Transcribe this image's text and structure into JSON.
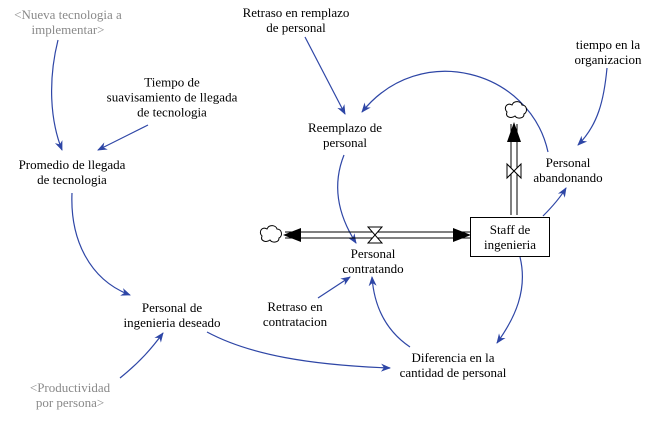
{
  "diagram": {
    "type": "stock-and-flow",
    "colors": {
      "link": "#2e46a6",
      "flow": "#000000",
      "shadow_text": "#8a8a8a",
      "text": "#000000"
    },
    "variables": {
      "nueva_tecnologia": "<Nueva tecnologia a\nimplementar>",
      "tiempo_suavisamiento": "Tiempo de\nsuavisamiento de llegada\nde tecnologia",
      "promedio_llegada": "Promedio de llegada\nde tecnologia",
      "retraso_remplazo": "Retraso en remplazo\nde personal",
      "reemplazo_personal": "Reemplazo de\npersonal",
      "tiempo_organizacion": "tiempo en la\norganizacion",
      "personal_abandonando": "Personal\nabandonando",
      "staff_ingenieria": "Staff de\ningenieria",
      "personal_contratando": "Personal\ncontratando",
      "retraso_contratacion": "Retraso en\ncontratacion",
      "personal_deseado": "Personal de\ningenieria deseado",
      "productividad": "<Productividad\npor persona>",
      "diferencia_cantidad": "Diferencia en la\ncantidad de personal"
    },
    "icons": [
      "cloud-source-icon",
      "cloud-sink-icon",
      "valve-icon",
      "valve-icon"
    ]
  }
}
